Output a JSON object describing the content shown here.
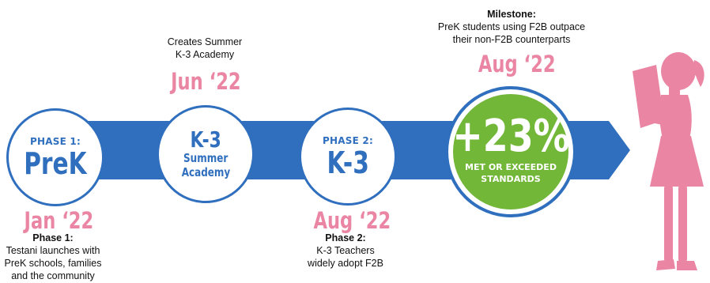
{
  "colors": {
    "arrow": "#2f6fbe",
    "pink": "#ea86a4",
    "green": "#73b739",
    "silhouette": "#ea86a4"
  },
  "phase1": {
    "label": "PHASE 1:",
    "title": "PreK",
    "date": "Jan ‘22",
    "note_heading": "Phase 1:",
    "note_lines": [
      "Testani launches with",
      "PreK schools, families",
      "and the community"
    ]
  },
  "summer": {
    "title": "K-3",
    "sub1": "Summer",
    "sub2": "Academy",
    "date": "Jun ‘22",
    "note_lines": [
      "Creates Summer",
      "K-3 Academy"
    ]
  },
  "phase2": {
    "label": "PHASE 2:",
    "title": "K-3",
    "date": "Aug ‘22",
    "note_heading": "Phase 2:",
    "note_lines": [
      "K-3 Teachers",
      "widely adopt F2B"
    ]
  },
  "milestone": {
    "value": "+23%",
    "caption1": "MET OR EXCEEDED",
    "caption2": "STANDARDS",
    "date": "Aug ‘22",
    "note_heading": "Milestone:",
    "note_lines": [
      "PreK students using F2B outpace",
      "their non-F2B counterparts"
    ]
  },
  "icons": {
    "reader": "girl-reading-silhouette-icon"
  }
}
